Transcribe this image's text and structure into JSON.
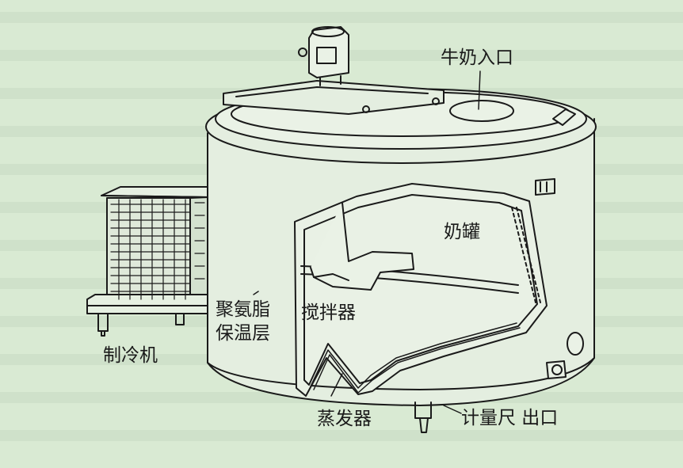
{
  "labels": {
    "milk_inlet": "牛奶入口",
    "milk_tank": "奶罐",
    "agitator": "搅拌器",
    "insulation_line1": "聚氨脂",
    "insulation_line2": "保温层",
    "refrigerator": "制冷机",
    "evaporator": "蒸发器",
    "gauge_and_outlet": "计量尺 出口"
  },
  "colors": {
    "background": "#d9ead3",
    "ink": "#1a1a1a",
    "bleed_text": "#c4d6c0"
  }
}
